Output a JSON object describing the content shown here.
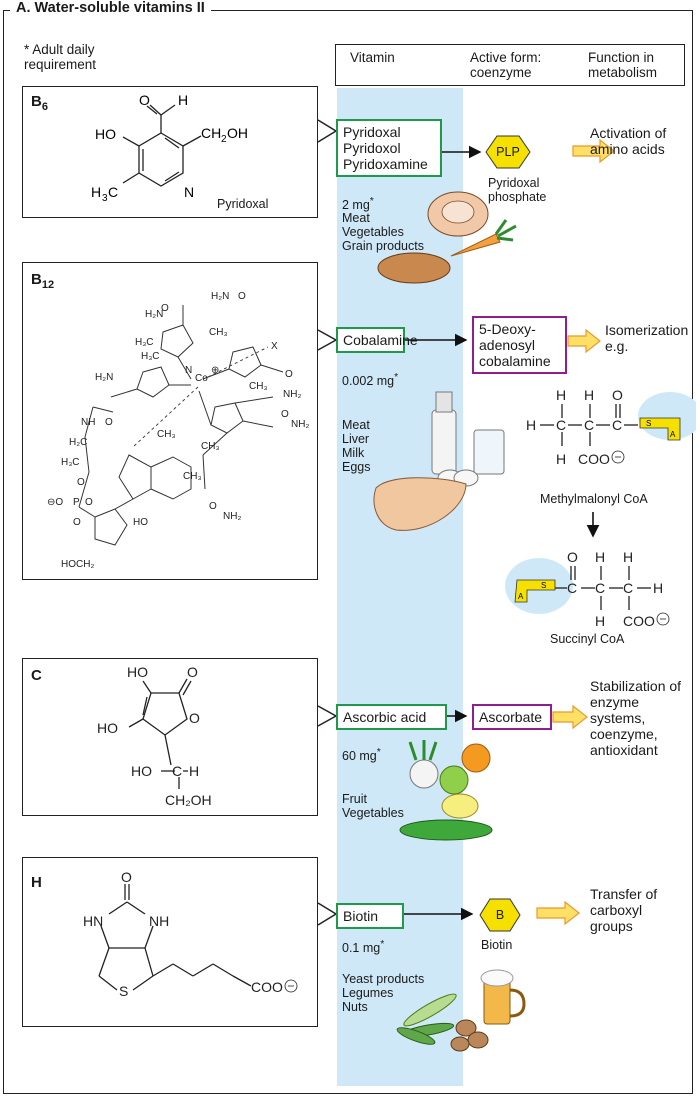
{
  "title": "A. Water-soluble vitamins II",
  "note": "* Adult daily requirement",
  "headers": {
    "vitamin": "Vitamin",
    "active_form": "Active form: coenzyme",
    "function": "Function in metabolism"
  },
  "b6": {
    "label": "B6",
    "structure_name": "Pyridoxal",
    "vitamin_forms": [
      "Pyridoxal",
      "Pyridoxol",
      "Pyridoxamine"
    ],
    "coenzyme_symbol": "PLP",
    "coenzyme_name": "Pyridoxal phosphate",
    "function": "Activation of amino acids",
    "requirement": "2 mg",
    "sources": [
      "Meat",
      "Vegetables",
      "Grain products"
    ]
  },
  "b12": {
    "label": "B12",
    "vitamin": "Cobalamine",
    "coenzyme": "5-Deoxy-adenosyl cobalamine",
    "function": "Isomerization e.g.",
    "requirement": "0.002 mg",
    "sources": [
      "Meat",
      "Liver",
      "Milk",
      "Eggs"
    ],
    "substrate": "Methylmalonyl CoA",
    "product": "Succinyl CoA"
  },
  "c": {
    "label": "C",
    "vitamin": "Ascorbic acid",
    "coenzyme": "Ascorbate",
    "function": "Stabilization of enzyme systems, coenzyme, antioxidant",
    "requirement": "60 mg",
    "sources": [
      "Fruit",
      "Vegetables"
    ]
  },
  "h": {
    "label": "H",
    "vitamin": "Biotin",
    "coenzyme_symbol": "B",
    "coenzyme_name": "Biotin",
    "function": "Transfer of carboxyl groups",
    "requirement": "0.1 mg",
    "sources": [
      "Yeast products",
      "Legumes",
      "Nuts"
    ]
  },
  "colors": {
    "band": "#cfe8f7",
    "vitamin_box": "#1f9a4a",
    "coenzyme_box": "#8e1f8e",
    "hexagon": "#f5e000",
    "arrow_fill": "#ffe066",
    "arrow_stroke": "#e89a2c"
  }
}
